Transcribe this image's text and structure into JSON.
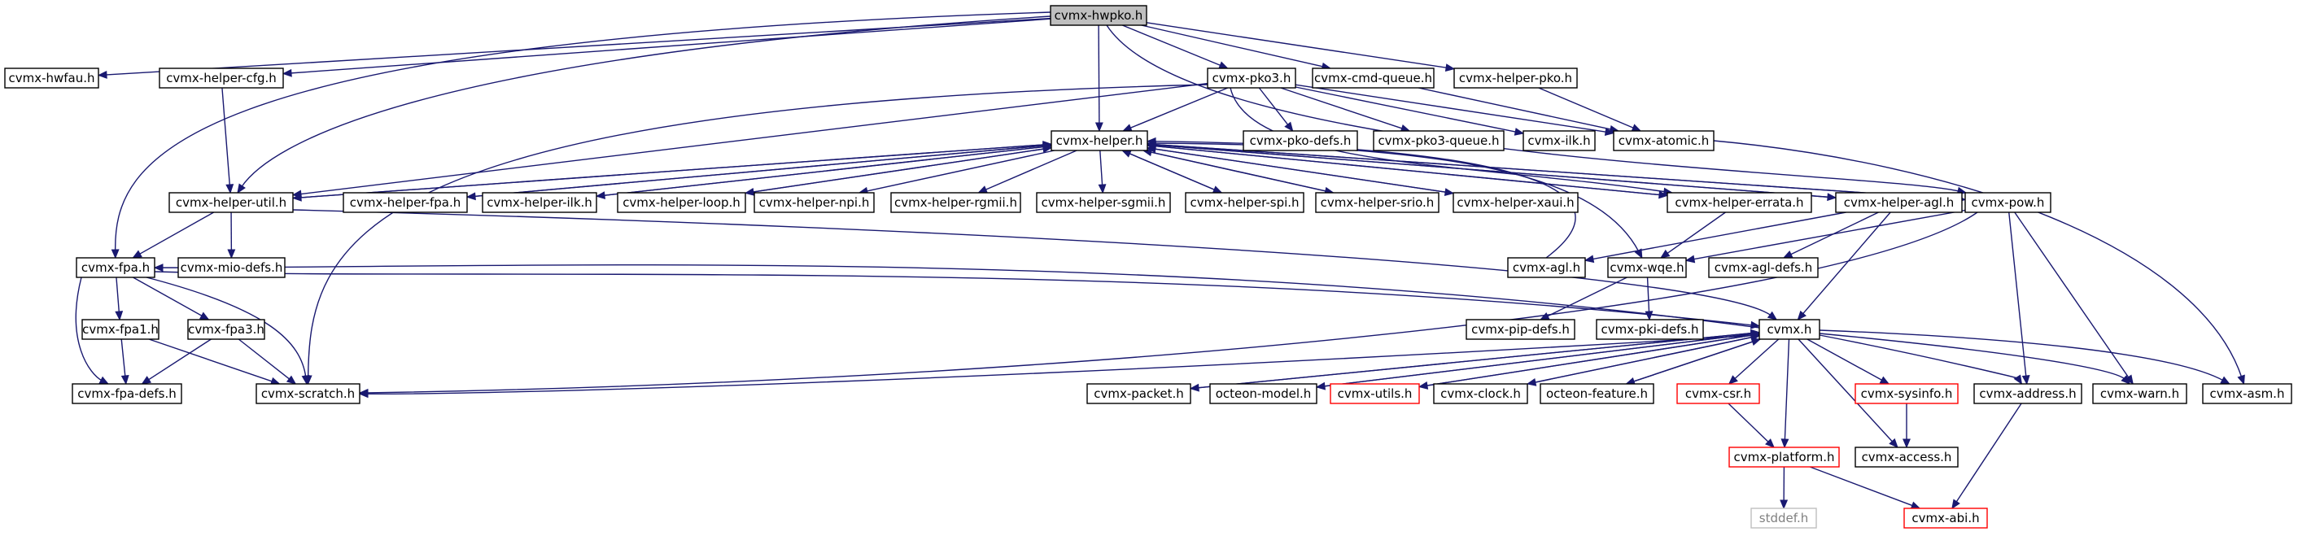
{
  "diagram": {
    "colors": {
      "edge": "#191970",
      "node_border": "#000000",
      "node_border_incomplete": "#ff0000",
      "node_border_external": "#bfbfbf",
      "node_fill": "#ffffff",
      "node_fill_root": "#bfbfbf",
      "text": "#000000",
      "text_external": "#808080"
    },
    "nodes": [
      {
        "id": "hwpko",
        "label": "cvmx-hwpko.h",
        "kind": "root"
      },
      {
        "id": "hwfau",
        "label": "cvmx-hwfau.h",
        "kind": "normal"
      },
      {
        "id": "helpercfg",
        "label": "cvmx-helper-cfg.h",
        "kind": "normal"
      },
      {
        "id": "pko3",
        "label": "cvmx-pko3.h",
        "kind": "normal"
      },
      {
        "id": "cmdqueue",
        "label": "cvmx-cmd-queue.h",
        "kind": "normal"
      },
      {
        "id": "helperpko",
        "label": "cvmx-helper-pko.h",
        "kind": "normal"
      },
      {
        "id": "helper",
        "label": "cvmx-helper.h",
        "kind": "normal"
      },
      {
        "id": "pkodefs",
        "label": "cvmx-pko-defs.h",
        "kind": "normal"
      },
      {
        "id": "pko3queue",
        "label": "cvmx-pko3-queue.h",
        "kind": "normal"
      },
      {
        "id": "ilk",
        "label": "cvmx-ilk.h",
        "kind": "normal"
      },
      {
        "id": "atomic",
        "label": "cvmx-atomic.h",
        "kind": "normal"
      },
      {
        "id": "helperutil",
        "label": "cvmx-helper-util.h",
        "kind": "normal"
      },
      {
        "id": "helperfpa",
        "label": "cvmx-helper-fpa.h",
        "kind": "normal"
      },
      {
        "id": "helperilk",
        "label": "cvmx-helper-ilk.h",
        "kind": "normal"
      },
      {
        "id": "helperloop",
        "label": "cvmx-helper-loop.h",
        "kind": "normal"
      },
      {
        "id": "helpernpi",
        "label": "cvmx-helper-npi.h",
        "kind": "normal"
      },
      {
        "id": "helperrgmii",
        "label": "cvmx-helper-rgmii.h",
        "kind": "normal"
      },
      {
        "id": "helpersgmii",
        "label": "cvmx-helper-sgmii.h",
        "kind": "normal"
      },
      {
        "id": "helperspi",
        "label": "cvmx-helper-spi.h",
        "kind": "normal"
      },
      {
        "id": "helpersrio",
        "label": "cvmx-helper-srio.h",
        "kind": "normal"
      },
      {
        "id": "helperxaui",
        "label": "cvmx-helper-xaui.h",
        "kind": "normal"
      },
      {
        "id": "helpererrata",
        "label": "cvmx-helper-errata.h",
        "kind": "normal"
      },
      {
        "id": "helperagl",
        "label": "cvmx-helper-agl.h",
        "kind": "normal"
      },
      {
        "id": "pow",
        "label": "cvmx-pow.h",
        "kind": "normal"
      },
      {
        "id": "fpa",
        "label": "cvmx-fpa.h",
        "kind": "normal"
      },
      {
        "id": "miodefs",
        "label": "cvmx-mio-defs.h",
        "kind": "normal"
      },
      {
        "id": "agl",
        "label": "cvmx-agl.h",
        "kind": "normal"
      },
      {
        "id": "wqe",
        "label": "cvmx-wqe.h",
        "kind": "normal"
      },
      {
        "id": "agldefs",
        "label": "cvmx-agl-defs.h",
        "kind": "normal"
      },
      {
        "id": "fpa1",
        "label": "cvmx-fpa1.h",
        "kind": "normal"
      },
      {
        "id": "fpa3",
        "label": "cvmx-fpa3.h",
        "kind": "normal"
      },
      {
        "id": "pipdefs",
        "label": "cvmx-pip-defs.h",
        "kind": "normal"
      },
      {
        "id": "pkidefs",
        "label": "cvmx-pki-defs.h",
        "kind": "normal"
      },
      {
        "id": "cvmx",
        "label": "cvmx.h",
        "kind": "normal"
      },
      {
        "id": "fpadefs",
        "label": "cvmx-fpa-defs.h",
        "kind": "normal"
      },
      {
        "id": "scratch",
        "label": "cvmx-scratch.h",
        "kind": "normal"
      },
      {
        "id": "packet",
        "label": "cvmx-packet.h",
        "kind": "normal"
      },
      {
        "id": "octeonmodel",
        "label": "octeon-model.h",
        "kind": "normal"
      },
      {
        "id": "utils",
        "label": "cvmx-utils.h",
        "kind": "incomplete"
      },
      {
        "id": "clock",
        "label": "cvmx-clock.h",
        "kind": "normal"
      },
      {
        "id": "octeonfeature",
        "label": "octeon-feature.h",
        "kind": "normal"
      },
      {
        "id": "csr",
        "label": "cvmx-csr.h",
        "kind": "incomplete"
      },
      {
        "id": "sysinfo",
        "label": "cvmx-sysinfo.h",
        "kind": "incomplete"
      },
      {
        "id": "address",
        "label": "cvmx-address.h",
        "kind": "normal"
      },
      {
        "id": "warn",
        "label": "cvmx-warn.h",
        "kind": "normal"
      },
      {
        "id": "asm",
        "label": "cvmx-asm.h",
        "kind": "normal"
      },
      {
        "id": "platform",
        "label": "cvmx-platform.h",
        "kind": "incomplete"
      },
      {
        "id": "access",
        "label": "cvmx-access.h",
        "kind": "normal"
      },
      {
        "id": "stddef",
        "label": "stddef.h",
        "kind": "external"
      },
      {
        "id": "abi",
        "label": "cvmx-abi.h",
        "kind": "incomplete"
      }
    ],
    "edges": [
      [
        "hwpko",
        "hwfau"
      ],
      [
        "hwpko",
        "helpercfg"
      ],
      [
        "hwpko",
        "pko3"
      ],
      [
        "hwpko",
        "cmdqueue"
      ],
      [
        "hwpko",
        "helperpko"
      ],
      [
        "hwpko",
        "helper"
      ],
      [
        "hwpko",
        "helperutil"
      ],
      [
        "hwpko",
        "fpa"
      ],
      [
        "hwpko",
        "pow"
      ],
      [
        "helpercfg",
        "helperutil"
      ],
      [
        "pko3",
        "helper"
      ],
      [
        "pko3",
        "pkodefs"
      ],
      [
        "pko3",
        "pko3queue"
      ],
      [
        "pko3",
        "ilk"
      ],
      [
        "pko3",
        "atomic"
      ],
      [
        "pko3",
        "helperutil"
      ],
      [
        "pko3",
        "scratch"
      ],
      [
        "pko3",
        "helpererrata"
      ],
      [
        "cmdqueue",
        "atomic"
      ],
      [
        "helperpko",
        "atomic"
      ],
      [
        "atomic",
        "asm"
      ],
      [
        "helper",
        "helperutil"
      ],
      [
        "helper",
        "helperfpa"
      ],
      [
        "helper",
        "helperilk"
      ],
      [
        "helper",
        "helperloop"
      ],
      [
        "helper",
        "helpernpi"
      ],
      [
        "helper",
        "helperrgmii"
      ],
      [
        "helper",
        "helpersgmii"
      ],
      [
        "helper",
        "helperspi"
      ],
      [
        "helper",
        "helpersrio"
      ],
      [
        "helper",
        "helperxaui"
      ],
      [
        "helper",
        "helpererrata"
      ],
      [
        "helper",
        "helperagl"
      ],
      [
        "helper",
        "pow"
      ],
      [
        "helper",
        "wqe"
      ],
      [
        "helperutil",
        "helper"
      ],
      [
        "helperfpa",
        "helper"
      ],
      [
        "helperilk",
        "helper"
      ],
      [
        "helperloop",
        "helper"
      ],
      [
        "helperspi",
        "helper"
      ],
      [
        "helpersrio",
        "helper"
      ],
      [
        "helperxaui",
        "helper"
      ],
      [
        "helpererrata",
        "helper"
      ],
      [
        "helperagl",
        "helper"
      ],
      [
        "pow",
        "helper"
      ],
      [
        "agl",
        "helper"
      ],
      [
        "helperutil",
        "fpa"
      ],
      [
        "helperutil",
        "miodefs"
      ],
      [
        "helperutil",
        "cvmx"
      ],
      [
        "helpererrata",
        "wqe"
      ],
      [
        "helperagl",
        "agl"
      ],
      [
        "helperagl",
        "agldefs"
      ],
      [
        "helperagl",
        "cvmx"
      ],
      [
        "pow",
        "wqe"
      ],
      [
        "pow",
        "address"
      ],
      [
        "pow",
        "warn"
      ],
      [
        "pow",
        "scratch"
      ],
      [
        "wqe",
        "pipdefs"
      ],
      [
        "wqe",
        "pkidefs"
      ],
      [
        "fpa",
        "fpa1"
      ],
      [
        "fpa",
        "fpa3"
      ],
      [
        "fpa",
        "fpadefs"
      ],
      [
        "fpa",
        "scratch"
      ],
      [
        "fpa",
        "cvmx"
      ],
      [
        "cvmx",
        "fpa"
      ],
      [
        "fpa1",
        "fpadefs"
      ],
      [
        "fpa1",
        "scratch"
      ],
      [
        "fpa3",
        "fpadefs"
      ],
      [
        "fpa3",
        "scratch"
      ],
      [
        "cvmx",
        "scratch"
      ],
      [
        "cvmx",
        "packet"
      ],
      [
        "cvmx",
        "octeonmodel"
      ],
      [
        "cvmx",
        "utils"
      ],
      [
        "cvmx",
        "clock"
      ],
      [
        "cvmx",
        "octeonfeature"
      ],
      [
        "cvmx",
        "csr"
      ],
      [
        "cvmx",
        "sysinfo"
      ],
      [
        "cvmx",
        "address"
      ],
      [
        "cvmx",
        "warn"
      ],
      [
        "cvmx",
        "asm"
      ],
      [
        "cvmx",
        "platform"
      ],
      [
        "cvmx",
        "access"
      ],
      [
        "packet",
        "cvmx"
      ],
      [
        "octeonmodel",
        "cvmx"
      ],
      [
        "utils",
        "cvmx"
      ],
      [
        "clock",
        "cvmx"
      ],
      [
        "octeonfeature",
        "cvmx"
      ],
      [
        "csr",
        "platform"
      ],
      [
        "sysinfo",
        "access"
      ],
      [
        "address",
        "abi"
      ],
      [
        "platform",
        "stddef"
      ],
      [
        "platform",
        "abi"
      ]
    ]
  }
}
